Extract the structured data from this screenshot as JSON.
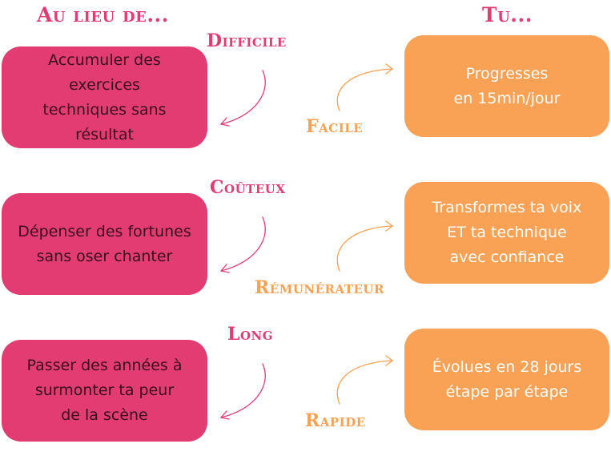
{
  "headers": {
    "left": "Au lieu de...",
    "right": "Tu..."
  },
  "rows": [
    {
      "negative_label": "Difficile",
      "negative_text": "Accumuler des\nexercices\ntechniques sans\nrésultat",
      "positive_label": "Facile",
      "positive_text": "Progresses\nen 15min/jour"
    },
    {
      "negative_label": "Coûteux",
      "negative_text": "Dépenser des fortunes\nsans oser chanter",
      "positive_label": "Rémunérateur",
      "positive_text": "Transformes ta voix\nET ta technique\navec confiance"
    },
    {
      "negative_label": "Long",
      "negative_text": "Passer des années à\nsurmonter ta peur\nde la scène",
      "positive_label": "Rapide",
      "positive_text": "Évolues en 28 jours\nétape par étape"
    }
  ],
  "colors": {
    "pink": "#e23c72",
    "orange": "#f9a154",
    "dark_text": "#3a1020"
  }
}
